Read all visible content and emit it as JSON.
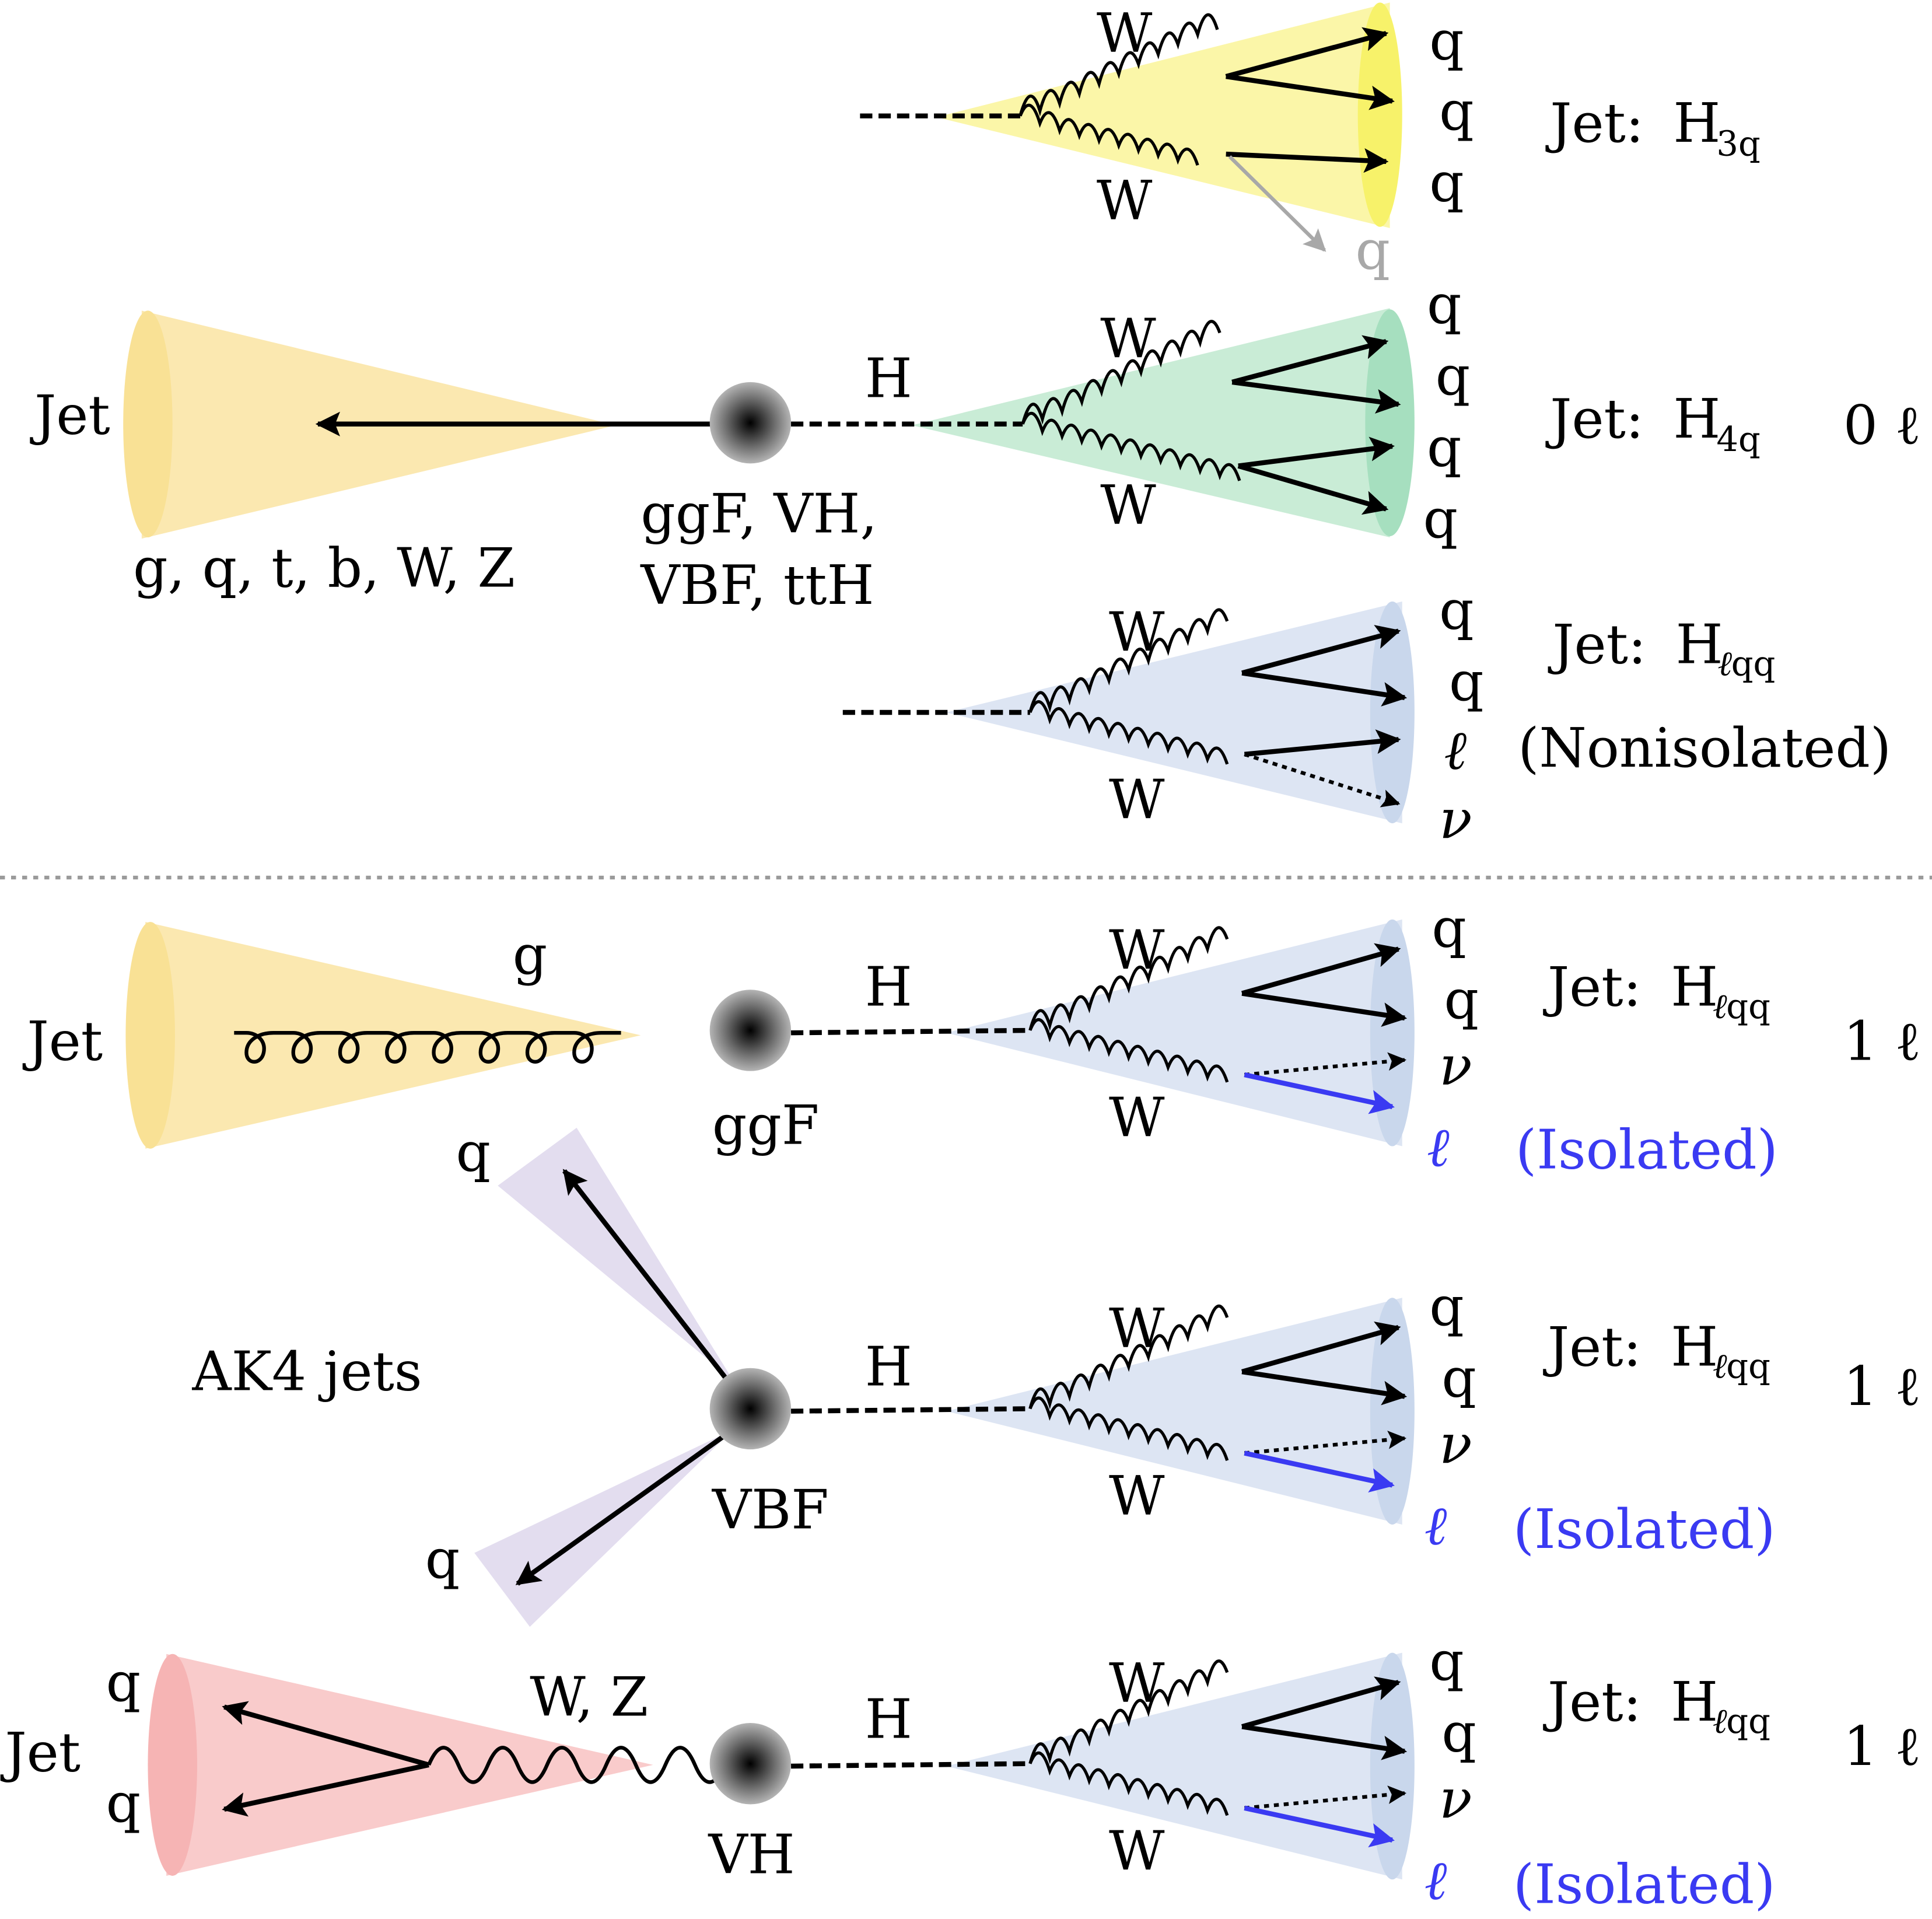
{
  "colors": {
    "yellow_cone": "#fbf6a8",
    "yellow_rim": "#f7f26a",
    "orange_cone": "#fbe8b0",
    "orange_rim": "#f9e195",
    "green_cone": "#c9ecd6",
    "green_rim": "#a6dfbf",
    "blue_cone": "#dde5f3",
    "blue_rim": "#c9d7ec",
    "purple_cone": "#e3ddef",
    "red_cone": "#f9cbcb",
    "red_rim": "#f6b4b4",
    "isolated_lepton": "#3a3af2",
    "extra_quark": "#a8a8a8",
    "divider": "#9a9a9a"
  },
  "top_section": {
    "recoil_jet": {
      "label": "Jet",
      "particles": "g, q, t, b, W, Z"
    },
    "production": {
      "line1": "ggF, VH,",
      "line2": "VBF, ttH"
    },
    "higgs_label": "H",
    "category": "0 ℓ",
    "h3q": {
      "w_top": "W",
      "w_bottom": "W",
      "products": [
        "q",
        "q",
        "q"
      ],
      "lost_product": "q",
      "jet_label": "Jet:",
      "jet_H": "H",
      "jet_sub": "3q"
    },
    "h4q": {
      "w_top": "W",
      "w_bottom": "W",
      "products": [
        "q",
        "q",
        "q",
        "q"
      ],
      "jet_label": "Jet:",
      "jet_H": "H",
      "jet_sub": "4q"
    },
    "hlqq": {
      "w_top": "W",
      "w_bottom": "W",
      "products": [
        "q",
        "q",
        "ℓ",
        "ν"
      ],
      "jet_label": "Jet:",
      "jet_H": "H",
      "jet_sub_l": "ℓ",
      "jet_sub": "qq",
      "note": "(Nonisolated)"
    }
  },
  "bottom_section": {
    "ggf": {
      "jet_label": "Jet",
      "gluon_label": "g",
      "production": "ggF",
      "higgs_label": "H",
      "w_top": "W",
      "w_bottom": "W",
      "products": [
        "q",
        "q",
        "ν",
        "ℓ"
      ],
      "jet_label_right": "Jet:",
      "jet_H": "H",
      "jet_sub_l": "ℓ",
      "jet_sub": "qq",
      "note": "(Isolated)",
      "category": "1 ℓ"
    },
    "vbf": {
      "ak4_label": "AK4  jets",
      "q_top": "q",
      "q_bottom": "q",
      "production": "VBF",
      "higgs_label": "H",
      "w_top": "W",
      "w_bottom": "W",
      "products": [
        "q",
        "q",
        "ν",
        "ℓ"
      ],
      "jet_label_right": "Jet:",
      "jet_H": "H",
      "jet_sub_l": "ℓ",
      "jet_sub": "qq",
      "note": "(Isolated)",
      "category": "1 ℓ"
    },
    "vh": {
      "jet_label": "Jet",
      "q_top": "q",
      "q_bottom": "q",
      "boson_label": "W, Z",
      "production": "VH",
      "higgs_label": "H",
      "w_top": "W",
      "w_bottom": "W",
      "products": [
        "q",
        "q",
        "ν",
        "ℓ"
      ],
      "jet_label_right": "Jet:",
      "jet_H": "H",
      "jet_sub_l": "ℓ",
      "jet_sub": "qq",
      "note": "(Isolated)",
      "category": "1 ℓ"
    }
  }
}
